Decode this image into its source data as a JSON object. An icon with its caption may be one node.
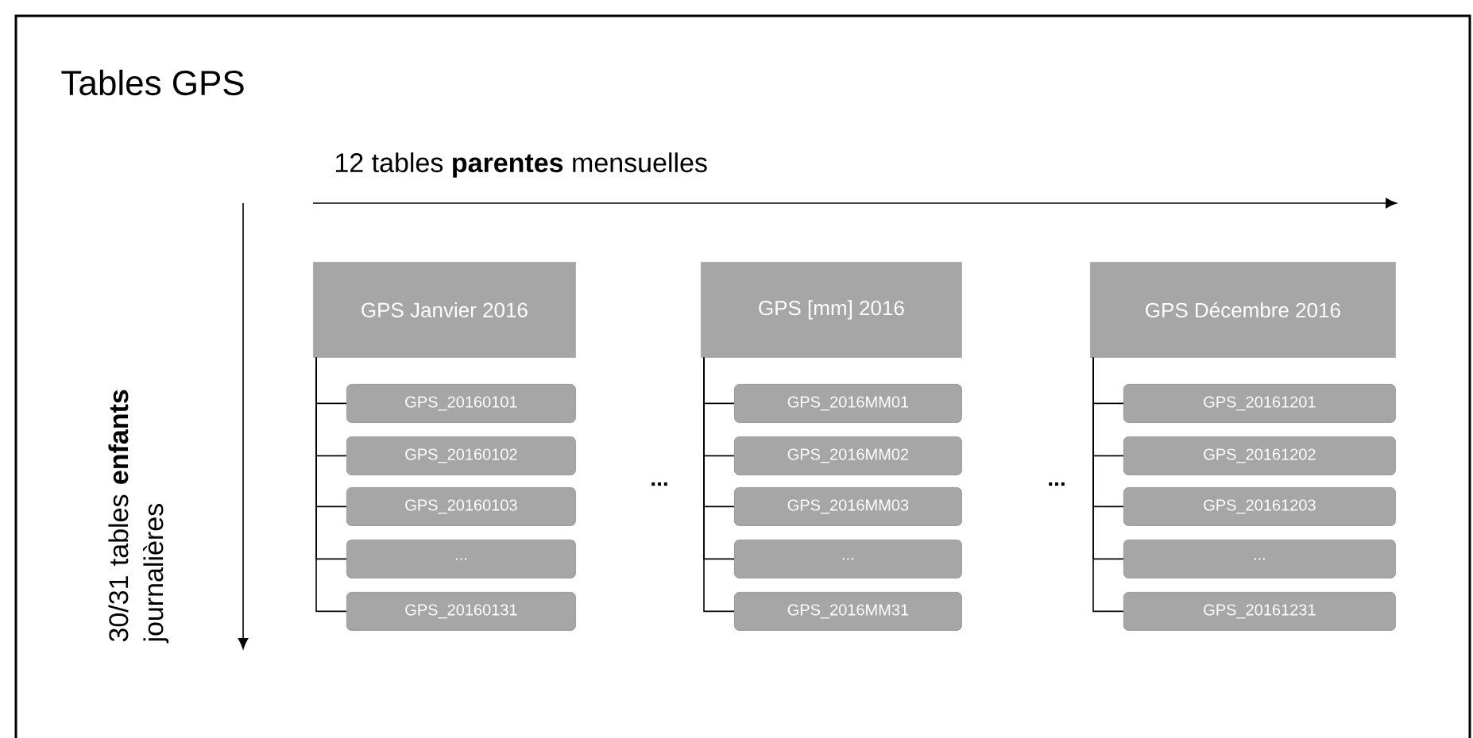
{
  "diagram": {
    "title": "Tables GPS",
    "nodes": [
      {
        "text": [
          "GPS Janvier 2016"
        ]
      },
      {
        "text": [
          "GPS_20160101"
        ]
      },
      {
        "text": [
          "GPS_20160102"
        ]
      },
      {
        "text": [
          "GPS_20160103"
        ]
      },
      {
        "text": [
          "..."
        ]
      },
      {
        "text": [
          "GPS_20160131"
        ]
      },
      {
        "text": [
          "GPS [mm] 2016"
        ]
      },
      {
        "text": [
          "GPS_2016MM01"
        ]
      },
      {
        "text": [
          "GPS_2016MM02"
        ]
      },
      {
        "text": [
          "GPS_2016MM03"
        ]
      },
      {
        "text": [
          "..."
        ]
      },
      {
        "text": [
          "GPS_2016MM31"
        ]
      },
      {
        "text": [
          "GPS Décembre 2016"
        ]
      },
      {
        "text": [
          "GPS_20161201"
        ]
      },
      {
        "text": [
          "GPS_20161202"
        ]
      },
      {
        "text": [
          "GPS_20161203"
        ]
      },
      {
        "text": [
          "..."
        ]
      },
      {
        "text": [
          "GPS_20161231"
        ]
      }
    ],
    "edges": [
      {
        "from": 0,
        "to": 1,
        "arrow": "none"
      },
      {
        "from": 0,
        "to": 2,
        "arrow": "none"
      },
      {
        "from": 0,
        "to": 3,
        "arrow": "none"
      },
      {
        "from": 0,
        "to": 4,
        "arrow": "none"
      },
      {
        "from": 0,
        "to": 5,
        "arrow": "none"
      },
      {
        "from": 6,
        "to": 7,
        "arrow": "none"
      },
      {
        "from": 6,
        "to": 8,
        "arrow": "none"
      },
      {
        "from": 6,
        "to": 9,
        "arrow": "none"
      },
      {
        "from": 6,
        "to": 10,
        "arrow": "none"
      },
      {
        "from": 6,
        "to": 11,
        "arrow": "none"
      },
      {
        "from": 12,
        "to": 13,
        "arrow": "none"
      },
      {
        "from": 12,
        "to": 14,
        "arrow": "none"
      },
      {
        "from": 12,
        "to": 15,
        "arrow": "none"
      },
      {
        "from": 12,
        "to": 16,
        "arrow": "none"
      },
      {
        "from": 12,
        "to": 17,
        "arrow": "none"
      }
    ],
    "labels": [
      "12 tables **parentes** mensuelles",
      "30/31 tables **enfants** journalières",
      "...",
      "..."
    ]
  }
}
